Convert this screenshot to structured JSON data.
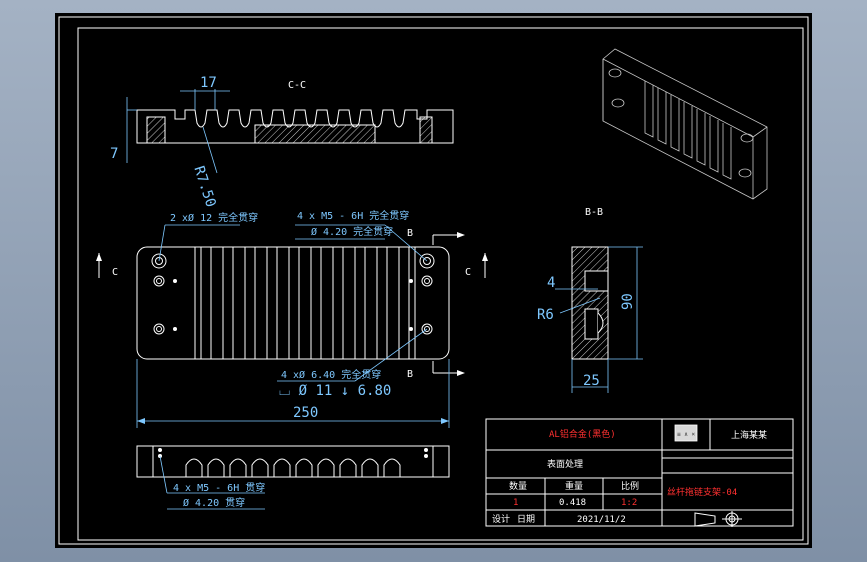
{
  "views": {
    "cc_title": "C-C",
    "bb_title": "B-B",
    "cut_c": "C",
    "cut_b": "B"
  },
  "dims": {
    "d17": "17",
    "d7": "7",
    "r750": "R7.50",
    "d4": "4",
    "r6": "R6",
    "d90": "90",
    "d25": "25",
    "d250": "250"
  },
  "notes": {
    "n1": "2 xØ  12 完全贯穿",
    "n2a": "4 x  M5 - 6H 完全贯穿",
    "n2b": "Ø  4.20 完全贯穿",
    "n3a": "4 xØ  6.40 完全贯穿",
    "n3b": "⌴ Ø  11 ↓ 6.80",
    "n4a": "4 x  M5 - 6H 贯穿",
    "n4b": "Ø  4.20 贯穿"
  },
  "title_block": {
    "material": "AL铝合金(黑色)",
    "treatment": "表面处理",
    "qty_label": "数量",
    "weight_label": "重量",
    "scale_label": "比例",
    "qty": "1",
    "weight": "0.418",
    "scale": "1:2",
    "part_name": "丝杆拖链支架-04",
    "designer_label": "设计",
    "date_label": "日期",
    "date": "2021/11/2",
    "company": "上海某某",
    "logo_text": "≡ ∧ ×"
  }
}
